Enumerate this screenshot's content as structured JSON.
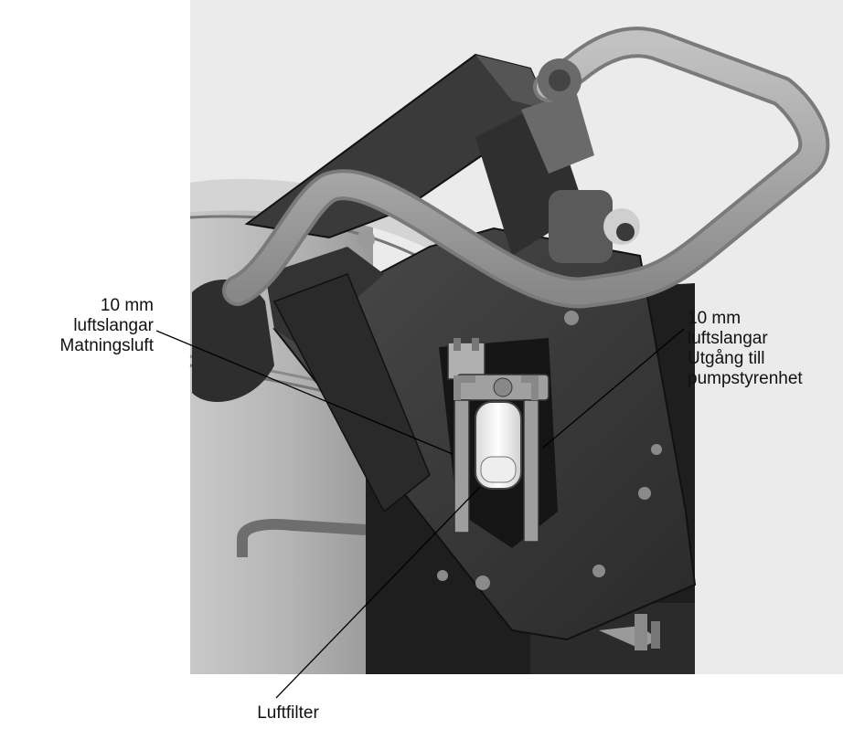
{
  "labels": {
    "supply_air": {
      "line1": "10 mm",
      "line2": "luftslangar",
      "line3": "Matningsluft"
    },
    "output_air": {
      "line1": "10 mm",
      "line2": "luftslangar",
      "line3": "Utgång till",
      "line4": "pumpstyrenhet"
    },
    "filter": {
      "text": "Luftfilter"
    }
  }
}
